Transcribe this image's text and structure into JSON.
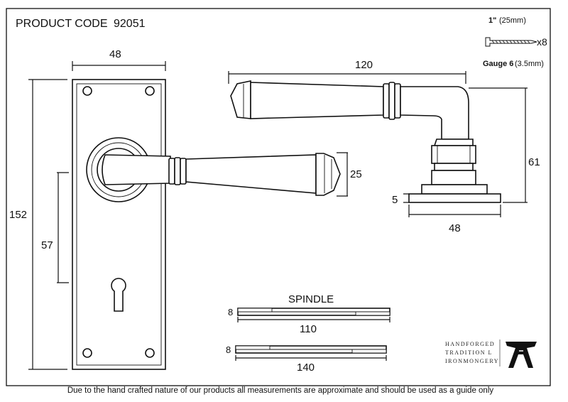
{
  "header": {
    "product_code_label": "PRODUCT CODE",
    "product_code": "92051"
  },
  "screw": {
    "length_label": "1\"",
    "length_metric": "(25mm)",
    "quantity": "x8",
    "gauge_label": "Gauge 6",
    "gauge_metric": "(3.5mm)",
    "icon": "screw-icon"
  },
  "dimensions": {
    "plate_width": "48",
    "plate_height": "152",
    "keyhole_centre": "57",
    "lever_length": "120",
    "lever_height": "25",
    "projection": "61",
    "rose_thickness": "5",
    "rose_width": "48"
  },
  "spindle": {
    "title": "SPINDLE",
    "short_size": "8",
    "short_length": "110",
    "long_size": "8",
    "long_length": "140"
  },
  "brand": {
    "line1": "HANDFORGED",
    "line2": "TRADITION L",
    "line3": "IRONMONGERY",
    "icon": "anvil-logo-icon"
  },
  "footer": {
    "disclaimer": "Due to the hand crafted nature of our products all measurements are approximate and should be used as a guide only"
  }
}
